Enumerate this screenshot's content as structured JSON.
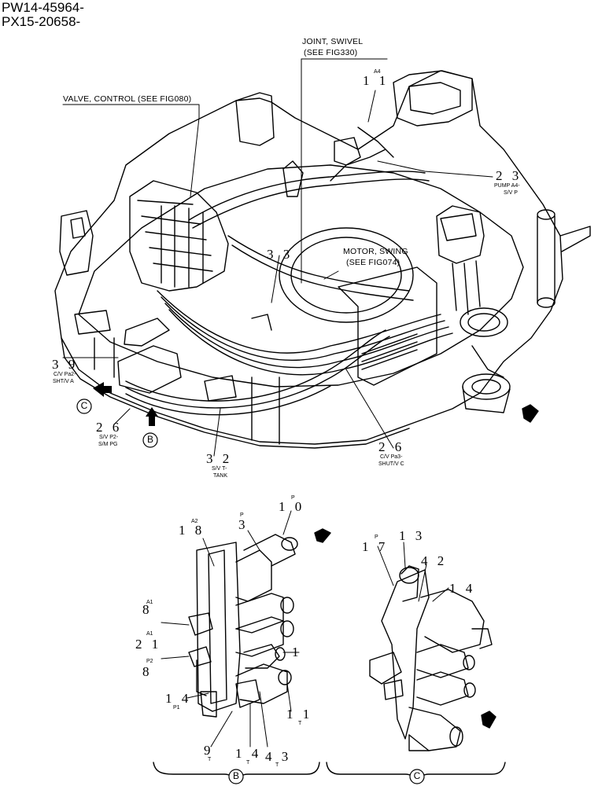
{
  "serials": [
    "PW14-45964-",
    "PX15-20658-"
  ],
  "callouts": {
    "joint_swivel": {
      "line1": "JOINT, SWIVEL",
      "line2": "(SEE FIG330)"
    },
    "valve_control": "VALVE, CONTROL (SEE FIG080)",
    "motor_swing": {
      "line1": "MOTOR, SWING",
      "line2": "(SEE FIG074)"
    }
  },
  "refs": {
    "r11": {
      "num": "1 1",
      "sup": "A4"
    },
    "r23": {
      "num": "2 3",
      "desc1": "PUMP A4-",
      "desc2": "S/V P"
    },
    "r33": {
      "num": "3 3"
    },
    "r39": {
      "num": "3 9",
      "desc1": "C/V Pa2-",
      "desc2": "SHT/V A"
    },
    "r26a": {
      "num": "2 6",
      "desc1": "S/V P2-",
      "desc2": "S/M PG"
    },
    "r32": {
      "num": "3 2",
      "desc1": "S/V T-",
      "desc2": "TANK"
    },
    "r26b": {
      "num": "2 6",
      "desc1": "C/V Pa3-",
      "desc2": "SHUT/V C"
    },
    "r10": {
      "num": "1 0",
      "sup": "P"
    },
    "r3": {
      "num": "3",
      "sup": "P"
    },
    "r18": {
      "num": "1 8",
      "sup": "A2"
    },
    "r8a": {
      "num": "8",
      "sup": "A1"
    },
    "r21": {
      "num": "2 1",
      "sup": "A1"
    },
    "r8b": {
      "num": "8",
      "sup": "P2"
    },
    "r1": {
      "num": "1"
    },
    "r14a": {
      "num": "1 4",
      "sub": "P1"
    },
    "r11b": {
      "num": "1 1",
      "sub": "T"
    },
    "r9": {
      "num": "9",
      "sub": "T"
    },
    "r14b": {
      "num": "1 4",
      "sub": "T"
    },
    "r43": {
      "num": "4 3",
      "sub": "T"
    },
    "r17": {
      "num": "1 7",
      "sup": "P"
    },
    "r13": {
      "num": "1 3"
    },
    "r42": {
      "num": "4 2"
    },
    "r14c": {
      "num": "1 4"
    }
  },
  "view_markers": {
    "c": "C",
    "b": "B"
  },
  "groups": {
    "b": "B",
    "c": "C"
  }
}
